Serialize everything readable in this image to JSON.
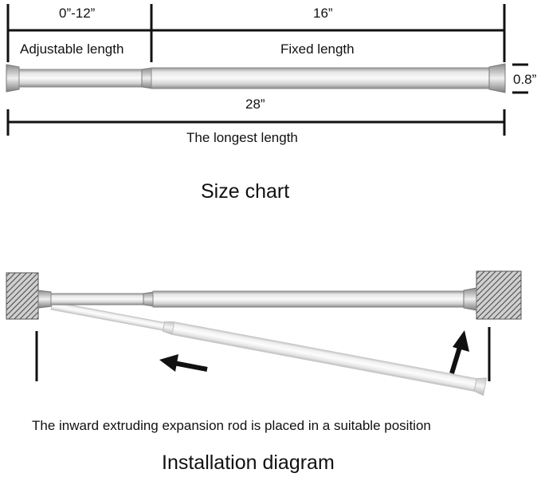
{
  "size_chart": {
    "adjustable_range": "0”-12”",
    "fixed_measure": "16”",
    "adjustable_label": "Adjustable length",
    "fixed_label": "Fixed length",
    "diameter": "0.8”",
    "longest_measure": "28”",
    "longest_label": "The longest length",
    "title": "Size chart"
  },
  "installation": {
    "caption": "The inward extruding expansion rod is placed in a suitable position",
    "title": "Installation diagram"
  },
  "colors": {
    "line": "#111111",
    "rod_light": "#f4f4f4",
    "rod_mid": "#d8d8d8",
    "rod_dark": "#9a9a9a",
    "wall_hatch": "#555555"
  },
  "icons": [
    "left-arrow-icon",
    "up-arrow-icon",
    "wall-block-icon"
  ]
}
